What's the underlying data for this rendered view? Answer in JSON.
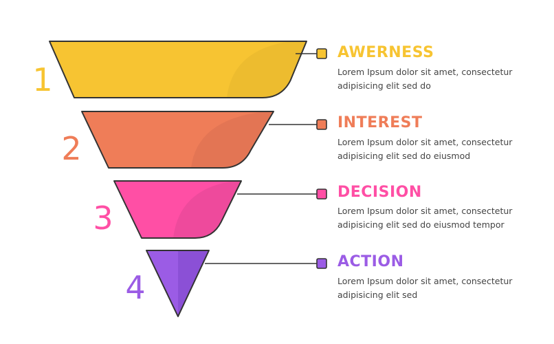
{
  "diagram": {
    "stages": [
      {
        "number": "1",
        "title": "AWERNESS",
        "description_lines": [
          "Lorem Ipsum dolor sit amet, consectetur",
          "adipisicing elit sed do"
        ],
        "color": "#F7C432",
        "shade": "#EDBC2F"
      },
      {
        "number": "2",
        "title": "INTEREST",
        "description_lines": [
          "Lorem Ipsum dolor sit amet, consectetur",
          "adipisicing elit sed do eiusmod"
        ],
        "color": "#EF7D58",
        "shade": "#E37554"
      },
      {
        "number": "3",
        "title": "DECISION",
        "description_lines": [
          "Lorem Ipsum dolor sit amet, consectetur",
          "adipisicing elit sed do eiusmod tempor"
        ],
        "color": "#FF4FA5",
        "shade": "#EE4A9C"
      },
      {
        "number": "4",
        "title": "ACTION",
        "description_lines": [
          "Lorem Ipsum dolor sit amet, consectetur",
          "adipisicing elit sed"
        ],
        "color": "#9B5CE5",
        "shade": "#8B50D6"
      }
    ],
    "outline_color": "#333333"
  }
}
